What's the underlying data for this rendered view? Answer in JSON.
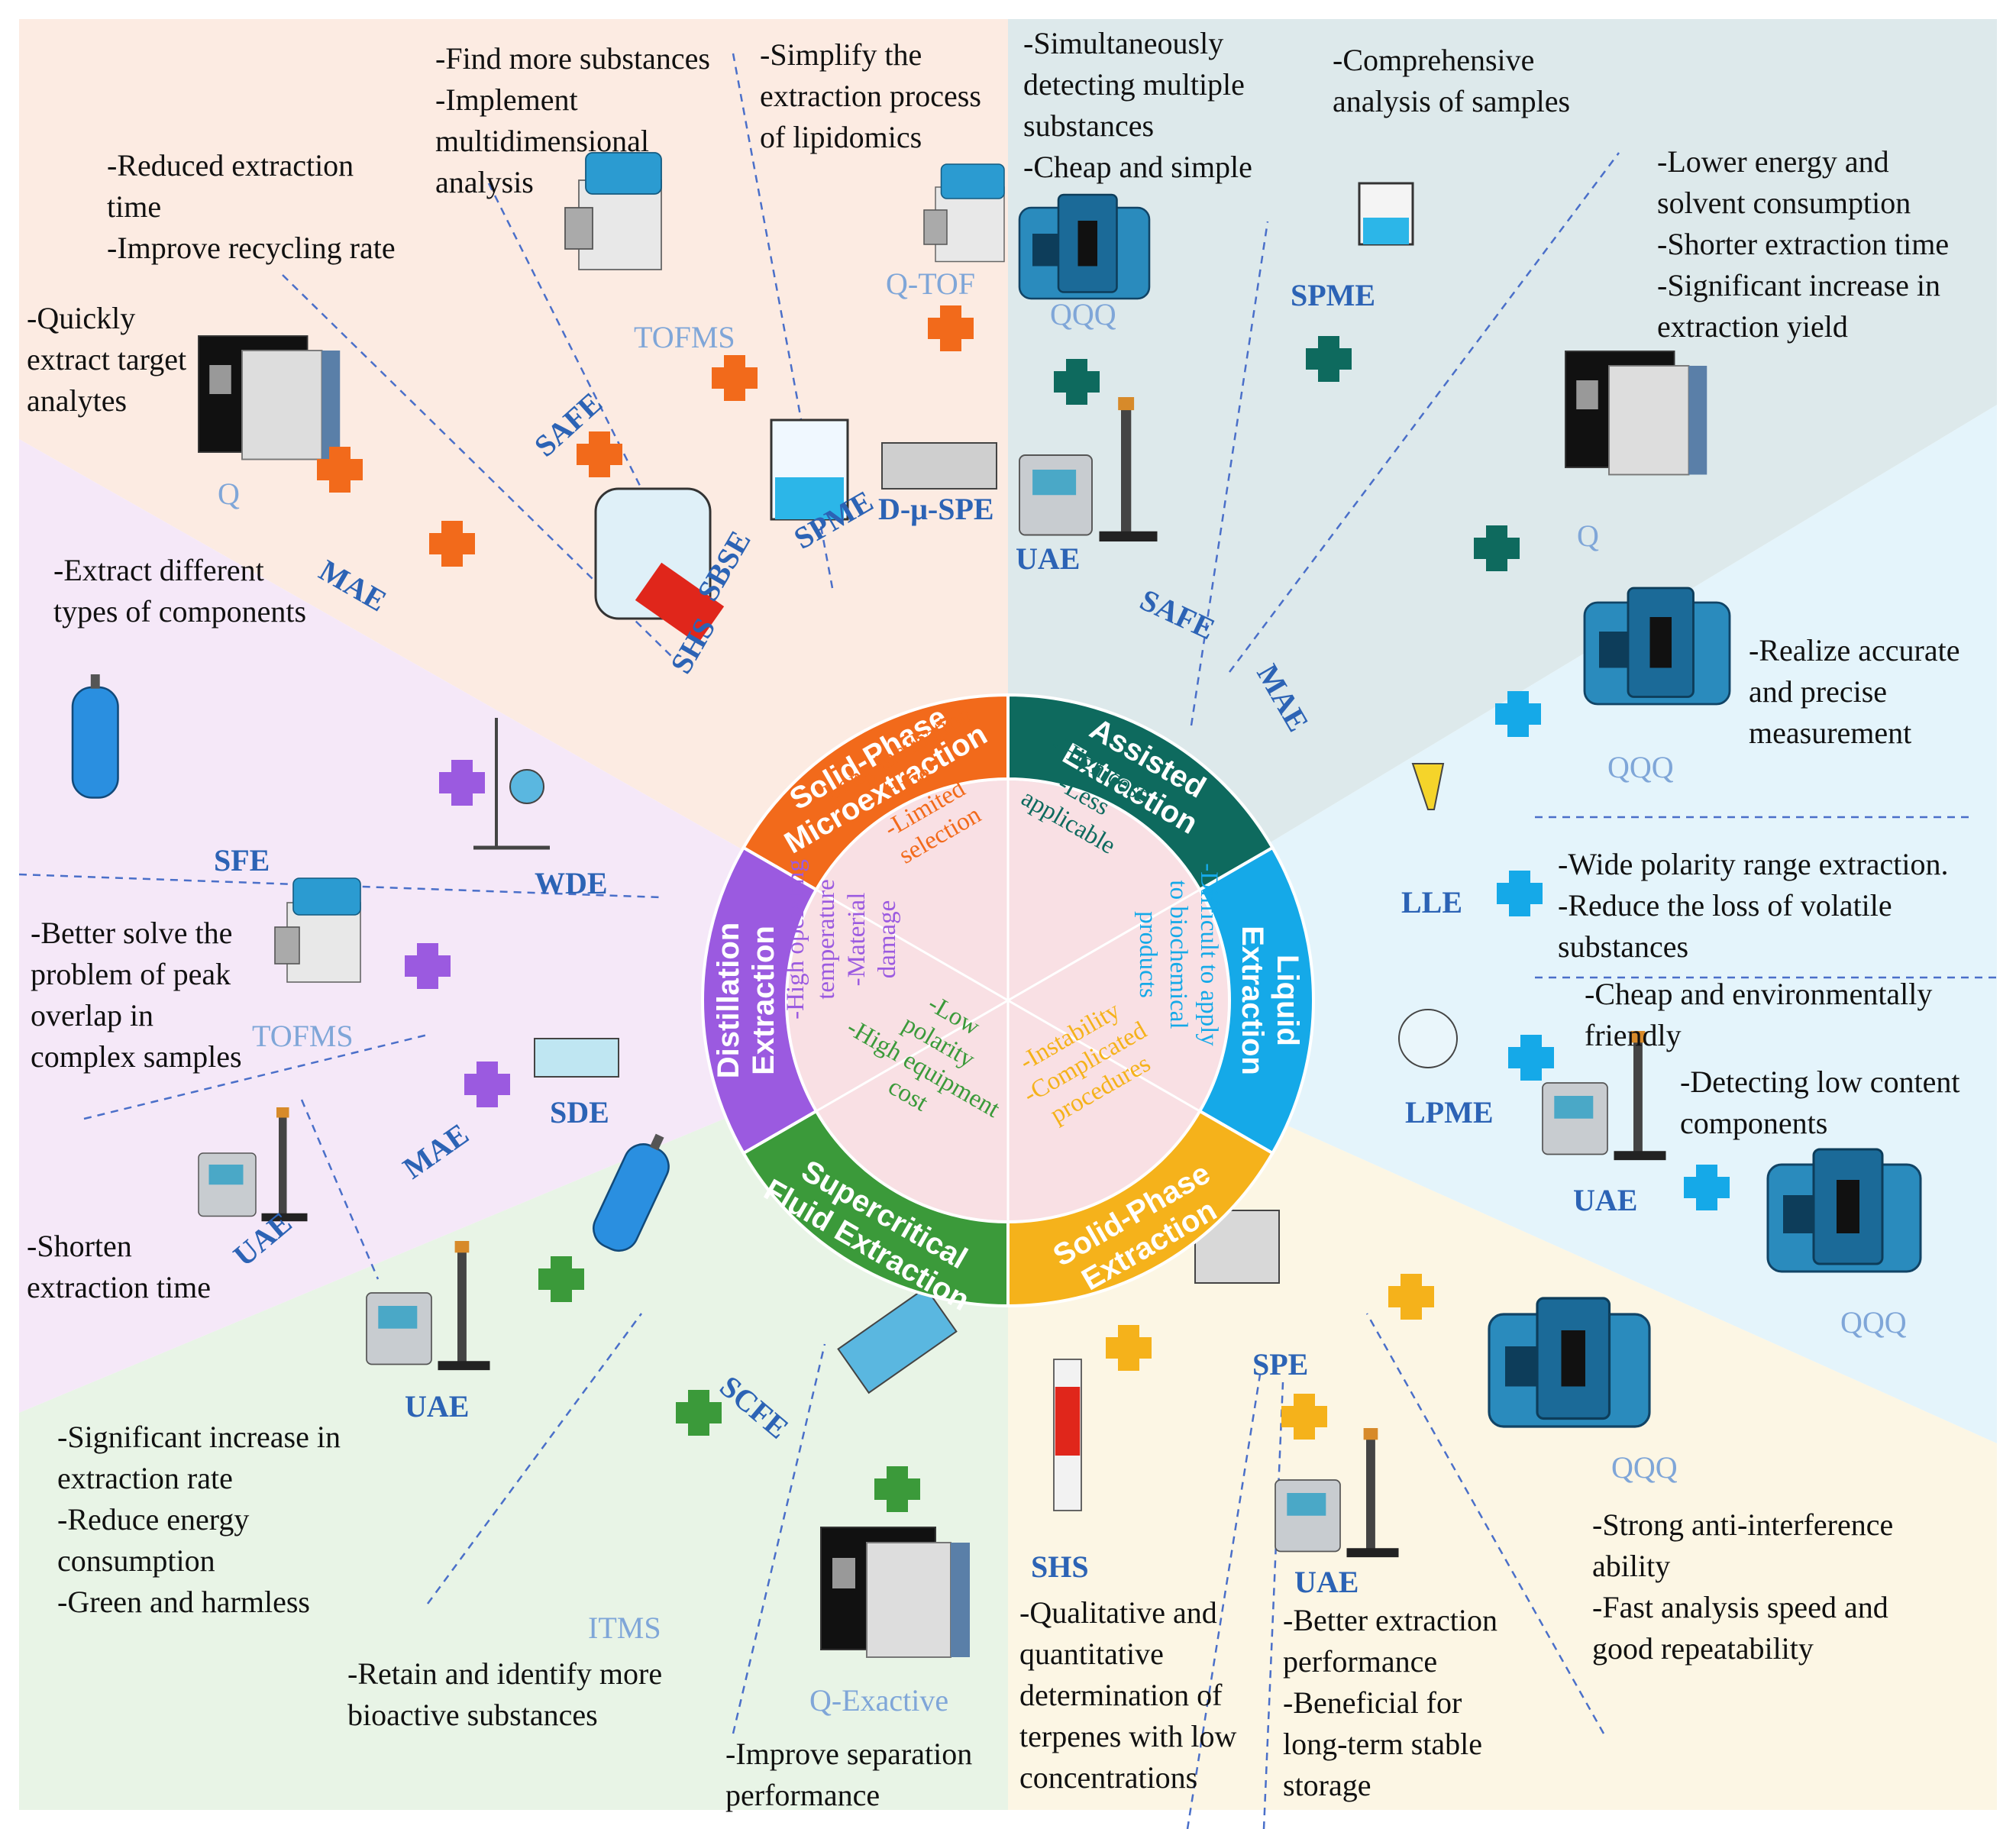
{
  "colors": {
    "solid_phase_micro": "#f26a1b",
    "assisted": "#0e6a5e",
    "liquid": "#15a9e8",
    "solid_phase": "#f5b21b",
    "supercritical": "#3b9a3a",
    "distillation": "#9b5ae0",
    "technique": "#2c63b5",
    "instrument": "#7fa6d8"
  },
  "center": {
    "segments": [
      {
        "label_lines": [
          "Solid-Phase",
          "Microextraction"
        ],
        "color": "#f26a1b"
      },
      {
        "label_lines": [
          "Assisted",
          "Extraction"
        ],
        "color": "#0e6a5e"
      },
      {
        "label_lines": [
          "Liquid",
          "Extraction"
        ],
        "color": "#15a9e8"
      },
      {
        "label_lines": [
          "Solid-Phase",
          "Extraction"
        ],
        "color": "#f5b21b"
      },
      {
        "label_lines": [
          "Supercritical",
          "Fluid Extraction"
        ],
        "color": "#3b9a3a"
      },
      {
        "label_lines": [
          "Distillation",
          "Extraction"
        ],
        "color": "#9b5ae0"
      }
    ],
    "disadvantages": [
      {
        "lines": [
          "-Long incubation",
          "time",
          "-Limited",
          "selection"
        ],
        "color": "#f26a1b"
      },
      {
        "lines": [
          "-High cost",
          "-Less",
          "applicable"
        ],
        "color": "#0e6a5e"
      },
      {
        "lines": [
          "-Difficult to apply",
          "to biochemical",
          "products"
        ],
        "color": "#15a9e8"
      },
      {
        "lines": [
          "-Instability",
          "-Complicated",
          "procedures"
        ],
        "color": "#f5b21b"
      },
      {
        "lines": [
          "-Low",
          "polarity",
          "-High equipment",
          "cost"
        ],
        "color": "#3b9a3a"
      },
      {
        "lines": [
          "-High operating",
          "temperature",
          "-Material",
          "damage"
        ],
        "color": "#9b5ae0"
      }
    ]
  },
  "notes": {
    "find_more": [
      "-Find more substances",
      "-Implement",
      "multidimensional",
      "analysis"
    ],
    "simplify": [
      "-Simplify the",
      "extraction process",
      "of lipidomics"
    ],
    "reduced_time": [
      "-Reduced extraction",
      "time",
      "-Improve recycling rate"
    ],
    "quickly": [
      "-Quickly",
      "extract target",
      "analytes"
    ],
    "extract_types": [
      "-Extract different",
      "types of components"
    ],
    "peak_overlap": [
      "-Better solve the",
      "problem of peak",
      "overlap in",
      "complex samples"
    ],
    "shorten": [
      "-Shorten",
      "extraction time"
    ],
    "sig_rate": [
      "-Significant increase in",
      "extraction rate",
      "-Reduce energy",
      "consumption",
      "-Green and harmless"
    ],
    "retain": [
      "-Retain and identify more",
      "bioactive substances"
    ],
    "improve_sep": [
      "-Improve separation",
      "performance"
    ],
    "qual_quant": [
      "-Qualitative and",
      "quantitative",
      "determination of",
      "terpenes with low",
      "concentrations"
    ],
    "better_ext": [
      "-Better extraction",
      "performance",
      "-Beneficial for",
      "long-term stable",
      "storage"
    ],
    "strong_anti": [
      "-Strong anti-interference",
      "ability",
      "-Fast analysis speed and",
      "good repeatability"
    ],
    "simultaneous": [
      "-Simultaneously",
      "detecting multiple",
      "substances",
      "-Cheap and simple"
    ],
    "comprehensive": [
      "-Comprehensive",
      "analysis of samples"
    ],
    "lower_energy": [
      "-Lower energy and",
      "solvent consumption",
      "-Shorter extraction time",
      "-Significant increase in",
      "extraction yield"
    ],
    "accurate": [
      "-Realize accurate",
      "and precise",
      "measurement"
    ],
    "wide_polarity": [
      "-Wide polarity range extraction.",
      "-Reduce the loss of volatile",
      "substances"
    ],
    "cheap_env": [
      "-Cheap and environmentally",
      "friendly"
    ],
    "low_content": [
      "-Detecting low content",
      "components"
    ]
  },
  "techniques": {
    "safe_1": "SAFE",
    "mae_1": "MAE",
    "shs_1": "SHS",
    "sbse": "SBSE",
    "spme_1": "SPME",
    "dmuspe": "D-μ-SPE",
    "spme_2": "SPME",
    "uae_1": "UAE",
    "safe_2": "SAFE",
    "mae_2": "MAE",
    "lle": "LLE",
    "lpme": "LPME",
    "uae_2": "UAE",
    "spe": "SPE",
    "shs_2": "SHS",
    "uae_3": "UAE",
    "scfe": "SCFE",
    "uae_4": "UAE",
    "sfe": "SFE",
    "wde": "WDE",
    "sde": "SDE",
    "mae_3": "MAE",
    "uae_5": "UAE"
  },
  "instruments": {
    "tofms_1": "TOFMS",
    "qtof": "Q-TOF",
    "q_1": "Q",
    "qqq_1": "QQQ",
    "q_2": "Q",
    "qqq_2": "QQQ",
    "qqq_3": "QQQ",
    "qqq_4": "QQQ",
    "itms": "ITMS",
    "qexactive": "Q-Exactive",
    "tofms_2": "TOFMS"
  }
}
